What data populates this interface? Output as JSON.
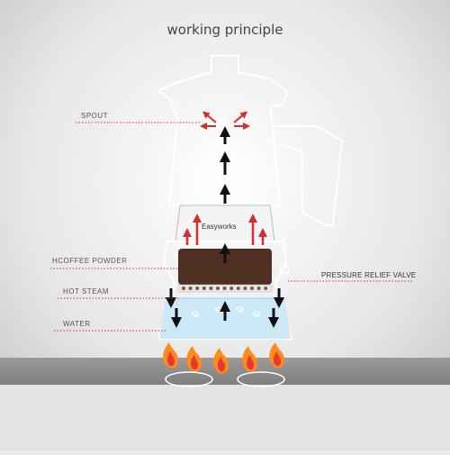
{
  "title": "working principle",
  "brand_text": "Easyworks",
  "labels": {
    "spout": "SPOUT",
    "coffee_powder": "HCOFFEE POWDER",
    "hot_steam": "HOT STEAM",
    "water": "WATER",
    "pressure_relief_valve": "PRESSURE RELIEF VALVE"
  },
  "colors": {
    "background": "#e9e9e9",
    "outline": "#ffffff",
    "leader_line": "#c0392b",
    "arrow_up": "#111111",
    "arrow_steam": "#d32f2f",
    "coffee": "#4e2f22",
    "water": "#bfe6f7",
    "flame_outer": "#ff8c1a",
    "flame_inner": "#e53935",
    "stove": "#8f8f8f"
  },
  "icons": [
    "up-arrow-icon",
    "down-arrow-icon",
    "steam-arrow-icon",
    "flame-icon",
    "bubble-icon"
  ]
}
